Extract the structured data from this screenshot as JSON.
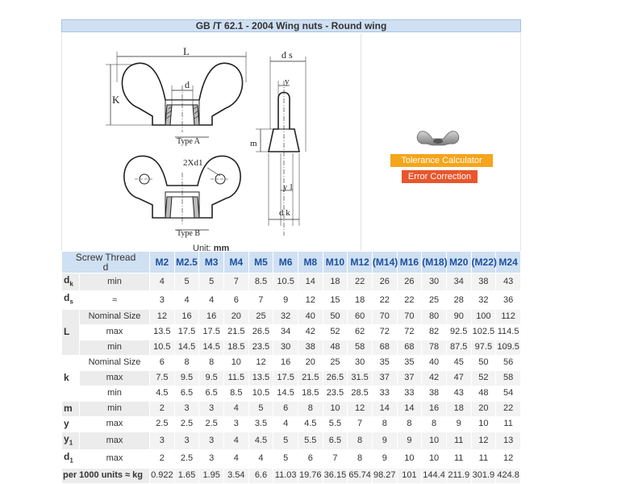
{
  "title": "GB /T 62.1 - 2004 Wing nuts - Round wing",
  "drawing": {
    "label_L": "L",
    "label_K": "K",
    "label_d": "d",
    "label_ds": "d s",
    "label_y": "y",
    "label_m": "m",
    "label_y1": "y 1",
    "label_dk": "d k",
    "label_2xd1": "2Xd1",
    "type_a": "Type A",
    "type_b": "Type B"
  },
  "unit_prefix": "Unit:",
  "unit_value": "mm",
  "buttons": {
    "tolerance": "Tolerance Calculator",
    "error": "Error Correction"
  },
  "table": {
    "head_label_line1": "Screw Thread",
    "head_label_line2": "d",
    "sizes": [
      "M2",
      "M2.5",
      "M3",
      "M4",
      "M5",
      "M6",
      "M8",
      "M10",
      "M12",
      "(M14)",
      "M16",
      "(M18)",
      "M20",
      "(M22)",
      "M24"
    ],
    "rows": [
      {
        "sym": "d",
        "symsub": "k",
        "sub": "min",
        "vals": [
          "4",
          "5",
          "5",
          "7",
          "8.5",
          "10.5",
          "14",
          "18",
          "22",
          "26",
          "26",
          "30",
          "34",
          "38",
          "43"
        ]
      },
      {
        "sym": "d",
        "symsub": "s",
        "sub": "≈",
        "vals": [
          "3",
          "4",
          "4",
          "6",
          "7",
          "9",
          "12",
          "15",
          "18",
          "22",
          "22",
          "25",
          "28",
          "32",
          "36"
        ]
      },
      {
        "sym": "",
        "symsub": "",
        "sub": "Nominal Size",
        "vals": [
          "12",
          "16",
          "16",
          "20",
          "25",
          "32",
          "40",
          "50",
          "60",
          "70",
          "70",
          "80",
          "90",
          "100",
          "112"
        ]
      },
      {
        "sym": "L",
        "symsub": "",
        "sub": "max",
        "vals": [
          "13.5",
          "17.5",
          "17.5",
          "21.5",
          "26.5",
          "34",
          "42",
          "52",
          "62",
          "72",
          "72",
          "82",
          "92.5",
          "102.5",
          "114.5"
        ]
      },
      {
        "sym": "",
        "symsub": "",
        "sub": "min",
        "vals": [
          "10.5",
          "14.5",
          "14.5",
          "18.5",
          "23.5",
          "30",
          "38",
          "48",
          "58",
          "68",
          "68",
          "78",
          "87.5",
          "97.5",
          "109.5"
        ]
      },
      {
        "sym": "",
        "symsub": "",
        "sub": "Nominal Size",
        "vals": [
          "6",
          "8",
          "8",
          "10",
          "12",
          "16",
          "20",
          "25",
          "30",
          "35",
          "35",
          "40",
          "45",
          "50",
          "56"
        ]
      },
      {
        "sym": "k",
        "symsub": "",
        "sub": "max",
        "vals": [
          "7.5",
          "9.5",
          "9.5",
          "11.5",
          "13.5",
          "17.5",
          "21.5",
          "26.5",
          "31.5",
          "37",
          "37",
          "42",
          "47",
          "52",
          "58"
        ]
      },
      {
        "sym": "",
        "symsub": "",
        "sub": "min",
        "vals": [
          "4.5",
          "6.5",
          "6.5",
          "8.5",
          "10.5",
          "14.5",
          "18.5",
          "23.5",
          "28.5",
          "33",
          "33",
          "38",
          "43",
          "48",
          "54"
        ]
      },
      {
        "sym": "m",
        "symsub": "",
        "sub": "min",
        "vals": [
          "2",
          "3",
          "3",
          "4",
          "5",
          "6",
          "8",
          "10",
          "12",
          "14",
          "14",
          "16",
          "18",
          "20",
          "22"
        ]
      },
      {
        "sym": "y",
        "symsub": "",
        "sub": "max",
        "vals": [
          "2.5",
          "2.5",
          "2.5",
          "3",
          "3.5",
          "4",
          "4.5",
          "5.5",
          "7",
          "8",
          "8",
          "8",
          "9",
          "10",
          "11"
        ]
      },
      {
        "sym": "y",
        "symsub": "1",
        "sub": "max",
        "vals": [
          "3",
          "3",
          "3",
          "4",
          "4.5",
          "5",
          "5.5",
          "6.5",
          "8",
          "9",
          "9",
          "10",
          "11",
          "12",
          "13"
        ]
      },
      {
        "sym": "d",
        "symsub": "1",
        "sub": "max",
        "vals": [
          "2",
          "2.5",
          "3",
          "4",
          "4",
          "5",
          "6",
          "7",
          "8",
          "9",
          "10",
          "10",
          "11",
          "11",
          "12"
        ]
      }
    ],
    "weight_label": "per 1000 units ≈ kg",
    "weights": [
      "0.922",
      "1.65",
      "1.95",
      "3.54",
      "6.6",
      "11.03",
      "19.76",
      "36.15",
      "65.74",
      "98.27",
      "101",
      "144.4",
      "211.9",
      "301.9",
      "424.8"
    ]
  }
}
